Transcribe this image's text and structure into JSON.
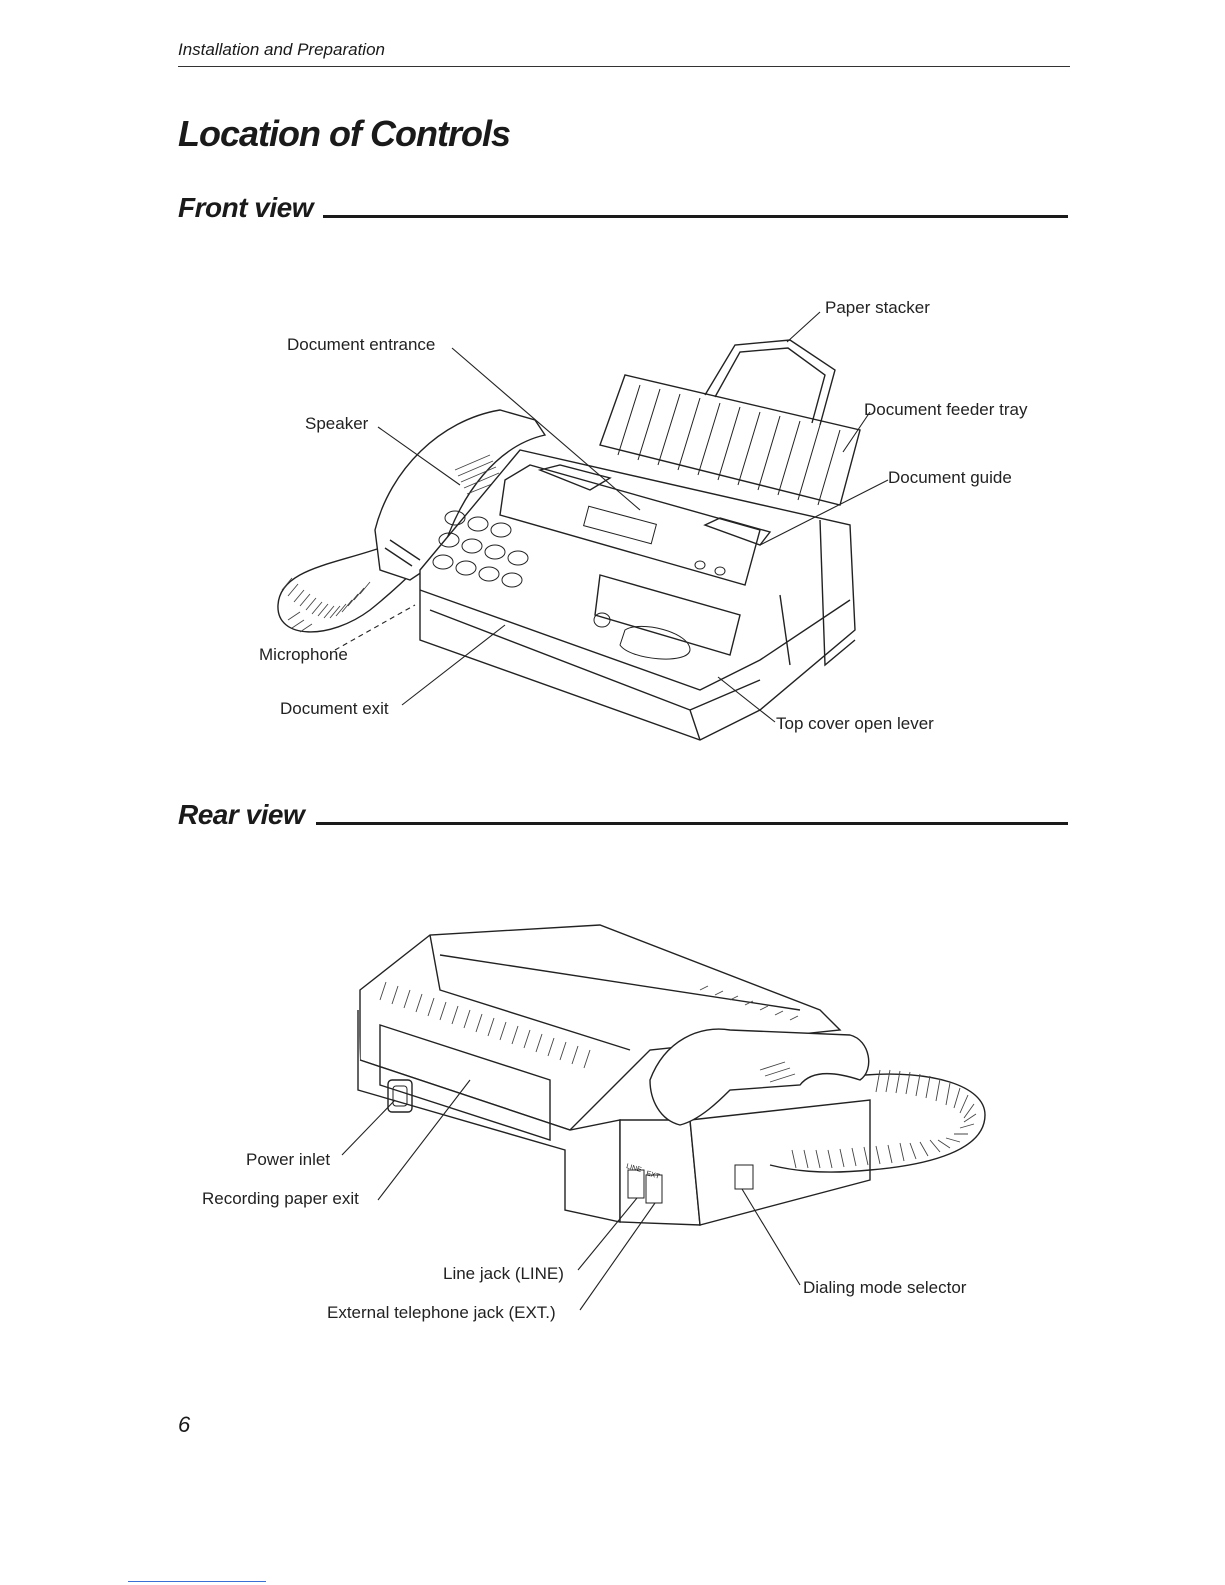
{
  "header": {
    "running_head": "Installation and Preparation"
  },
  "page_title": "Location of Controls",
  "front_view": {
    "title": "Front view",
    "labels": {
      "paper_stacker": "Paper stacker",
      "document_entrance": "Document entrance",
      "speaker": "Speaker",
      "document_feeder_tray": "Document feeder tray",
      "document_guide": "Document guide",
      "microphone": "Microphone",
      "document_exit": "Document exit",
      "top_cover_open_lever": "Top cover open lever"
    }
  },
  "rear_view": {
    "title": "Rear view",
    "labels": {
      "power_inlet": "Power inlet",
      "recording_paper_exit": "Recording paper exit",
      "line_jack": "Line jack (LINE)",
      "external_telephone_jack": "External telephone jack (EXT.)",
      "dialing_mode_selector": "Dialing mode selector",
      "jack_line_marking": "LINE",
      "jack_ext_marking": "EXT"
    }
  },
  "footer": {
    "page_number": "6"
  }
}
